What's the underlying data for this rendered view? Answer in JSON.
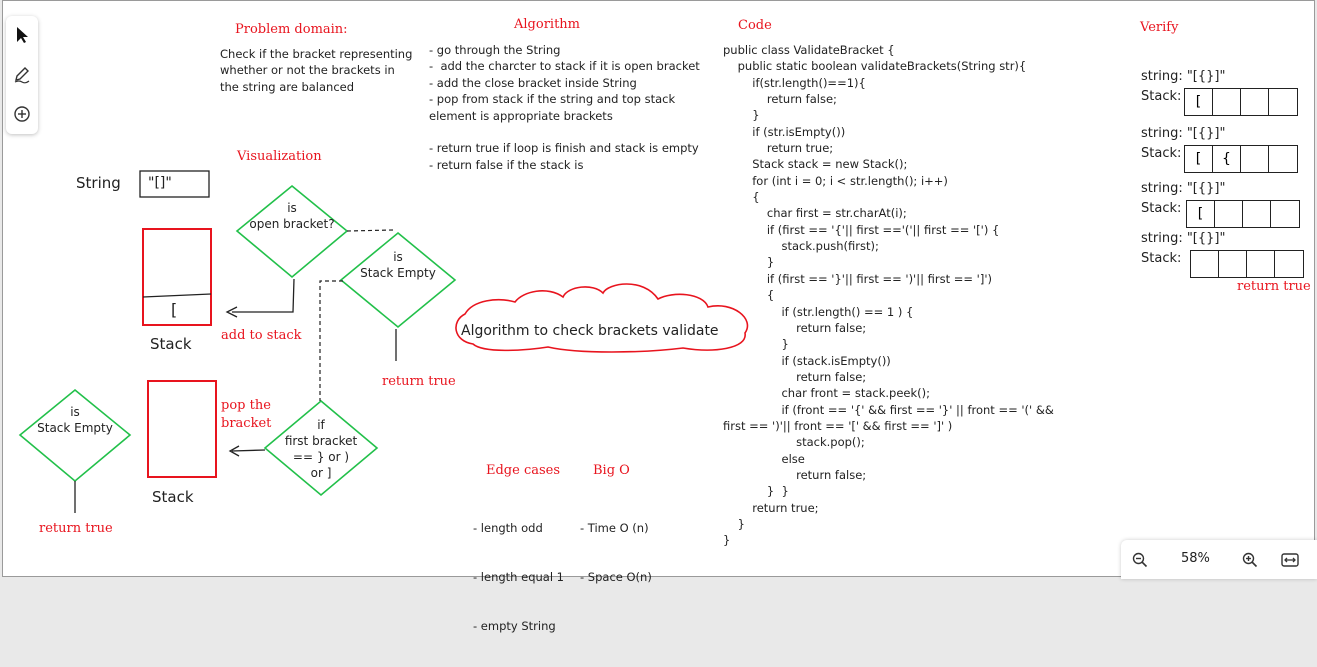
{
  "headings": {
    "problem_domain": "Problem domain:",
    "algorithm": "Algorithm",
    "code": "Code",
    "verify": "Verify",
    "visualization": "Visualization",
    "edge_cases": "Edge cases",
    "big_o": "Big O"
  },
  "problem_text": "Check if the bracket representing\nwhether or not the brackets in\nthe string are balanced",
  "algorithm_text": "- go through the String\n-  add the charcter to stack if it is open bracket\n- add the close bracket inside String\n- pop from stack if the string and top stack\nelement is appropriate brackets\n\n- return true if loop is finish and stack is empty\n- return false if the stack is",
  "code_lines": [
    "public class ValidateBracket {",
    "    public static boolean validateBrackets(String str){",
    "        if(str.length()==1){",
    "            return false;",
    "        }",
    "        if (str.isEmpty())",
    "            return true;",
    "        Stack stack = new Stack();",
    "        for (int i = 0; i < str.length(); i++)",
    "        {",
    "            char first = str.charAt(i);",
    "            if (first == '{'|| first =='('|| first == '[') {",
    "                stack.push(first);",
    "            }",
    "            if (first == '}'|| first == ')'|| first == ']')",
    "            {",
    "                if (str.length() == 1 ) {",
    "                    return false;",
    "                }",
    "                if (stack.isEmpty())",
    "                    return false;",
    "                char front = stack.peek();",
    "                if (front == '{' && first == '}' || front == '(' &&",
    "first == ')'|| front == '[' && first == ']' )",
    "                    stack.pop();",
    "                else",
    "                    return false;",
    "            }  }",
    "        return true;",
    "    }",
    "}"
  ],
  "visualization": {
    "string_label": "String",
    "string_value": "\"[]\"",
    "stack_label_1": "Stack",
    "stack_label_2": "Stack",
    "stack_content": "[",
    "add_to_stack": "add to stack",
    "pop_the": "pop the",
    "bracket": "bracket",
    "return_true_1": "return true",
    "return_true_2": "return true",
    "diamond_open": [
      "is",
      "open bracket?"
    ],
    "diamond_empty_1": [
      "is",
      "Stack Empty"
    ],
    "diamond_empty_2": [
      "is",
      "Stack Empty"
    ],
    "diamond_first": [
      "if",
      "first bracket",
      "== } or )",
      "or ]"
    ]
  },
  "cloud_text": "Algorithm to check brackets validate",
  "edge_cases": [
    "- length odd",
    "- length equal 1",
    "- empty String"
  ],
  "big_o": [
    "- Time O (n)",
    "- Space O(n)"
  ],
  "verify": {
    "rows": [
      {
        "string_label": "string: \"[{}]\"",
        "stack_label": "Stack:",
        "cells": [
          "[",
          "",
          "",
          ""
        ]
      },
      {
        "string_label": "string: \"[{}]\"",
        "stack_label": "Stack:",
        "cells": [
          "[",
          "{",
          "",
          ""
        ]
      },
      {
        "string_label": "string: \"[{}]\"",
        "stack_label": "Stack:",
        "cells": [
          "[",
          "",
          "",
          ""
        ]
      },
      {
        "string_label": "string: \"[{}]\"",
        "stack_label": "Stack:",
        "cells": [
          "",
          "",
          "",
          ""
        ]
      }
    ],
    "result": "return true"
  },
  "zoom": {
    "level": "58%"
  },
  "icons": {
    "toolbar": [
      "cursor-icon",
      "pen-icon",
      "add-circle-icon"
    ],
    "zoombar": [
      "zoom-out-icon",
      "zoom-in-icon",
      "fit-width-icon"
    ]
  },
  "colors": {
    "accent_red": "#e8141e",
    "diamond_green": "#22c04a",
    "stack_red": "#e8141e"
  }
}
